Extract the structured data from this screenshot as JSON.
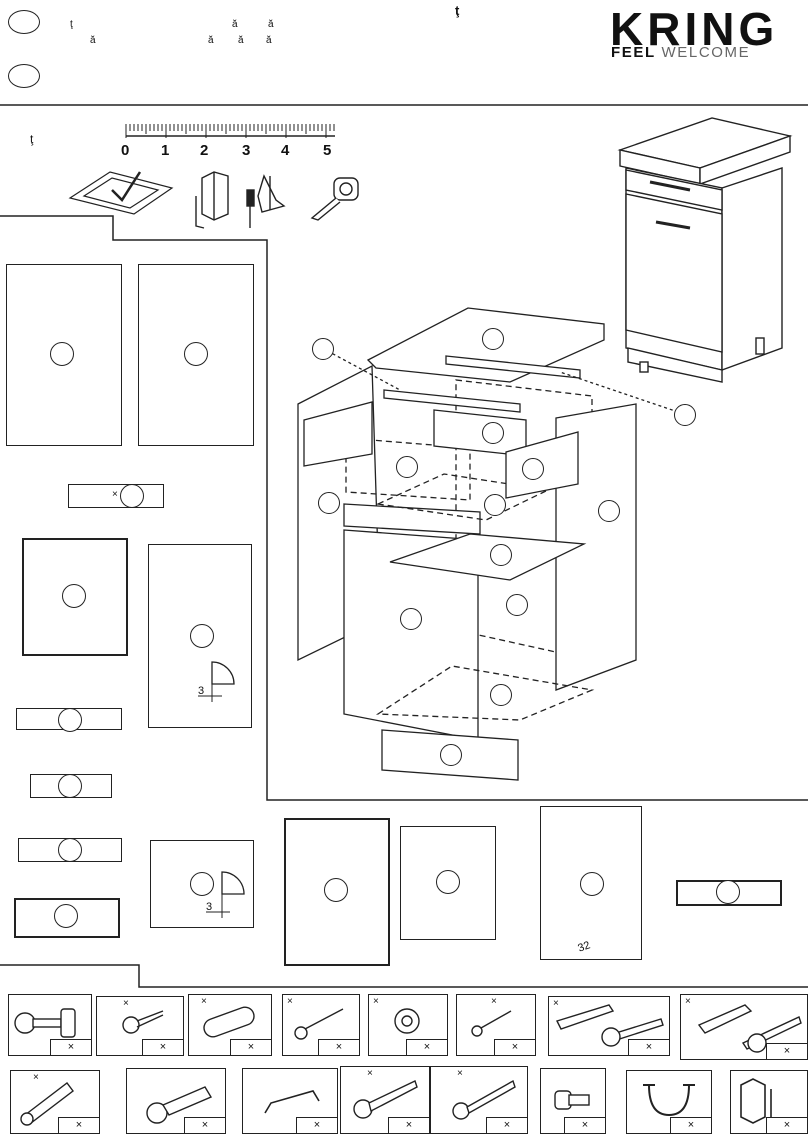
{
  "header": {
    "line1_a": "ţ",
    "line1_b": "ă",
    "line1_c": "ă",
    "line1_d": "ţ",
    "line2_a": "ă",
    "line2_b": "ă",
    "line2_c": "ă",
    "line2_d": "ă"
  },
  "brand": {
    "name": "KRING",
    "tagline_bold": "FEEL",
    "tagline_light": "WELCOME"
  },
  "tools": {
    "label": "ţ",
    "ruler_numbers": [
      "0",
      "1",
      "2",
      "3",
      "4",
      "5"
    ]
  },
  "dimensions": {
    "hinge_offset_a": "3",
    "hinge_offset_b": "3",
    "hinge_depth": "32"
  },
  "hardware": [
    {
      "qty": "×",
      "mark": ""
    },
    {
      "qty": "×",
      "mark": "×"
    },
    {
      "qty": "×",
      "mark": "×"
    },
    {
      "qty": "×",
      "mark": "×"
    },
    {
      "qty": "×",
      "mark": "×"
    },
    {
      "qty": "×",
      "mark": "×"
    },
    {
      "qty": "×",
      "mark": "×"
    },
    {
      "qty": "×",
      "mark": "×"
    },
    {
      "qty": "×",
      "mark": "×"
    },
    {
      "qty": "×",
      "mark": ""
    },
    {
      "qty": "×",
      "mark": ""
    },
    {
      "qty": "×",
      "mark": "×"
    },
    {
      "qty": "×",
      "mark": "×"
    },
    {
      "qty": "×",
      "mark": ""
    },
    {
      "qty": "×",
      "mark": ""
    },
    {
      "qty": "×",
      "mark": ""
    }
  ],
  "part_marks": {
    "rail_top_mark": "×"
  }
}
